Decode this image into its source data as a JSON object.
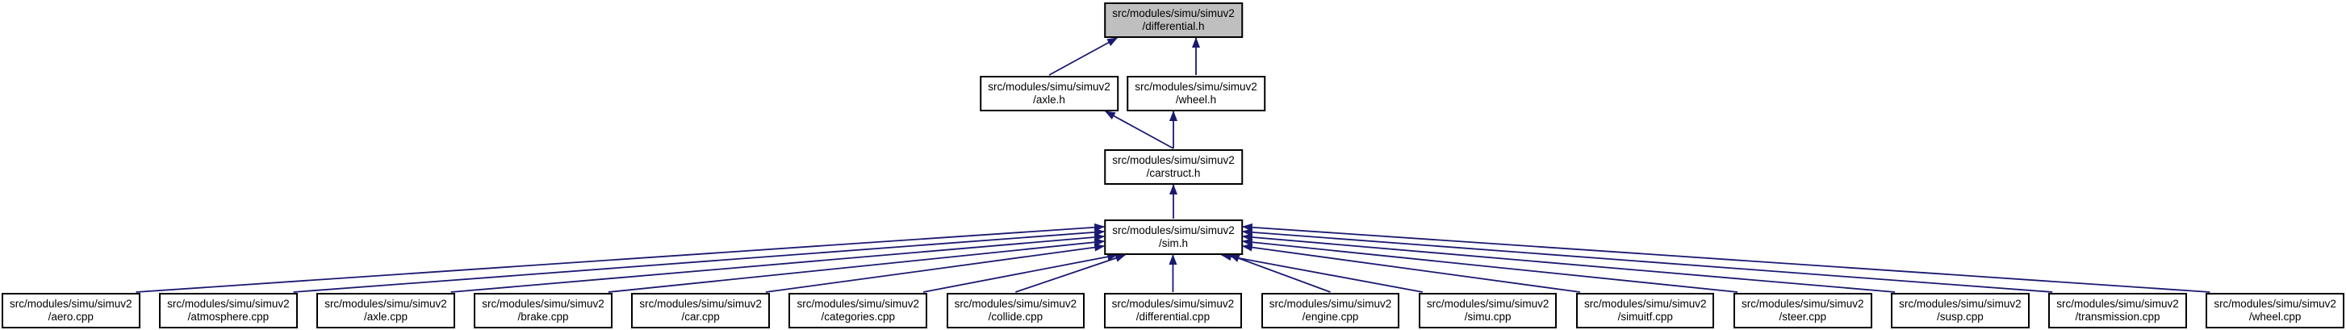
{
  "graph": {
    "type": "doxygen-included-by-dependency-graph",
    "colors": {
      "edge": "#191970",
      "node_border": "#000000",
      "node_fill": "#ffffff",
      "highlight_fill": "#bfbfbf",
      "text": "#000000",
      "background": "#ffffff"
    },
    "nodes": [
      {
        "id": "differential_h",
        "line1": "src/modules/simu/simuv2",
        "line2": "/differential.h",
        "highlighted": true
      },
      {
        "id": "axle_h",
        "line1": "src/modules/simu/simuv2",
        "line2": "/axle.h",
        "highlighted": false
      },
      {
        "id": "wheel_h",
        "line1": "src/modules/simu/simuv2",
        "line2": "/wheel.h",
        "highlighted": false
      },
      {
        "id": "carstruct_h",
        "line1": "src/modules/simu/simuv2",
        "line2": "/carstruct.h",
        "highlighted": false
      },
      {
        "id": "sim_h",
        "line1": "src/modules/simu/simuv2",
        "line2": "/sim.h",
        "highlighted": false
      },
      {
        "id": "aero_cpp",
        "line1": "src/modules/simu/simuv2",
        "line2": "/aero.cpp",
        "highlighted": false
      },
      {
        "id": "atmosphere_cpp",
        "line1": "src/modules/simu/simuv2",
        "line2": "/atmosphere.cpp",
        "highlighted": false
      },
      {
        "id": "axle_cpp",
        "line1": "src/modules/simu/simuv2",
        "line2": "/axle.cpp",
        "highlighted": false
      },
      {
        "id": "brake_cpp",
        "line1": "src/modules/simu/simuv2",
        "line2": "/brake.cpp",
        "highlighted": false
      },
      {
        "id": "car_cpp",
        "line1": "src/modules/simu/simuv2",
        "line2": "/car.cpp",
        "highlighted": false
      },
      {
        "id": "categories_cpp",
        "line1": "src/modules/simu/simuv2",
        "line2": "/categories.cpp",
        "highlighted": false
      },
      {
        "id": "collide_cpp",
        "line1": "src/modules/simu/simuv2",
        "line2": "/collide.cpp",
        "highlighted": false
      },
      {
        "id": "differential_cpp",
        "line1": "src/modules/simu/simuv2",
        "line2": "/differential.cpp",
        "highlighted": false
      },
      {
        "id": "engine_cpp",
        "line1": "src/modules/simu/simuv2",
        "line2": "/engine.cpp",
        "highlighted": false
      },
      {
        "id": "simu_cpp",
        "line1": "src/modules/simu/simuv2",
        "line2": "/simu.cpp",
        "highlighted": false
      },
      {
        "id": "simuitf_cpp",
        "line1": "src/modules/simu/simuv2",
        "line2": "/simuitf.cpp",
        "highlighted": false
      },
      {
        "id": "steer_cpp",
        "line1": "src/modules/simu/simuv2",
        "line2": "/steer.cpp",
        "highlighted": false
      },
      {
        "id": "susp_cpp",
        "line1": "src/modules/simu/simuv2",
        "line2": "/susp.cpp",
        "highlighted": false
      },
      {
        "id": "transmission_cpp",
        "line1": "src/modules/simu/simuv2",
        "line2": "/transmission.cpp",
        "highlighted": false
      },
      {
        "id": "wheel_cpp",
        "line1": "src/modules/simu/simuv2",
        "line2": "/wheel.cpp",
        "highlighted": false
      }
    ],
    "edges": [
      {
        "from": "axle_h",
        "to": "differential_h"
      },
      {
        "from": "wheel_h",
        "to": "differential_h"
      },
      {
        "from": "carstruct_h",
        "to": "axle_h"
      },
      {
        "from": "carstruct_h",
        "to": "wheel_h"
      },
      {
        "from": "sim_h",
        "to": "carstruct_h"
      },
      {
        "from": "aero_cpp",
        "to": "sim_h"
      },
      {
        "from": "atmosphere_cpp",
        "to": "sim_h"
      },
      {
        "from": "axle_cpp",
        "to": "sim_h"
      },
      {
        "from": "brake_cpp",
        "to": "sim_h"
      },
      {
        "from": "car_cpp",
        "to": "sim_h"
      },
      {
        "from": "categories_cpp",
        "to": "sim_h"
      },
      {
        "from": "collide_cpp",
        "to": "sim_h"
      },
      {
        "from": "differential_cpp",
        "to": "sim_h"
      },
      {
        "from": "engine_cpp",
        "to": "sim_h"
      },
      {
        "from": "simu_cpp",
        "to": "sim_h"
      },
      {
        "from": "simuitf_cpp",
        "to": "sim_h"
      },
      {
        "from": "steer_cpp",
        "to": "sim_h"
      },
      {
        "from": "susp_cpp",
        "to": "sim_h"
      },
      {
        "from": "transmission_cpp",
        "to": "sim_h"
      },
      {
        "from": "wheel_cpp",
        "to": "sim_h"
      }
    ]
  }
}
